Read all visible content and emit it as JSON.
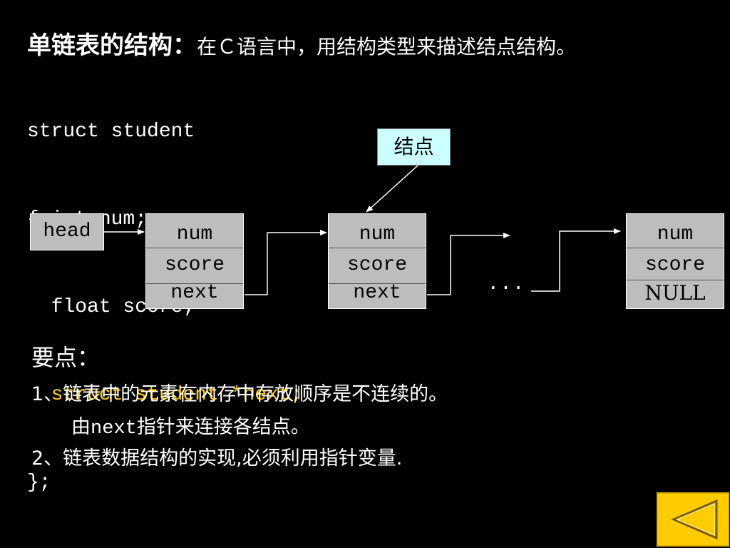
{
  "title": {
    "bold": "单链表的结构：",
    "rest": "在Ｃ语言中，用结构类型来描述结点结构。"
  },
  "code": {
    "line1": "struct student",
    "line2": "{ int num;",
    "line3": "  float score;",
    "line4": "  struct student *next;",
    "line5": "};"
  },
  "diagram": {
    "callout": "结点",
    "head": "head",
    "node1": {
      "f1": "num",
      "f2": "score",
      "f3": "next"
    },
    "node2": {
      "f1": "num",
      "f2": "score",
      "f3": "next"
    },
    "ellipsis": "...",
    "last": {
      "f1": "num",
      "f2": "score",
      "f3": "NULL"
    }
  },
  "points": {
    "heading": "要点：",
    "p1": "1、链表中的元素在内存中存放顺序是不连续的。",
    "p1b_pre": "由",
    "p1b_code": "next",
    "p1b_post": "指针来连接各结点。",
    "p2": "2、链表数据结构的实现,必须利用指针变量."
  },
  "colors": {
    "background": "#000000",
    "highlight": "#ffcc00",
    "node_fill": "#bdbdbd",
    "callout_fill": "#ccffff"
  },
  "icons": {
    "nav": "back-triangle-icon"
  }
}
